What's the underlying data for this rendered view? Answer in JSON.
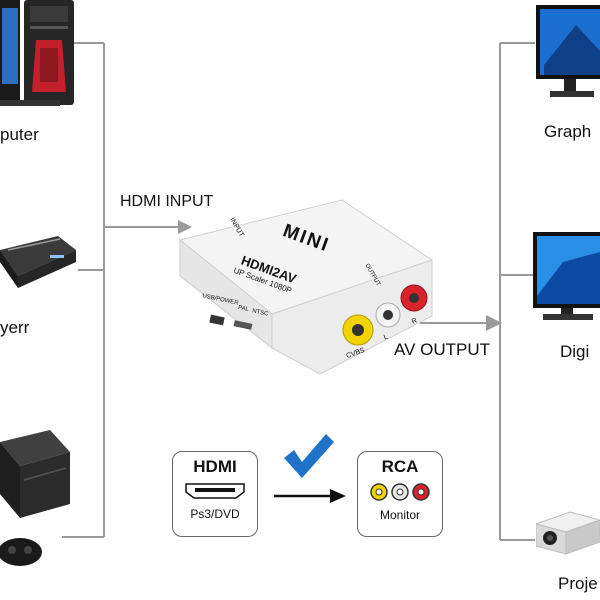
{
  "left_devices": [
    {
      "label": "puter",
      "icon": "computer-tower-icon"
    },
    {
      "label": "yerr",
      "icon": "dvd-player-icon"
    },
    {
      "label": "",
      "icon": "game-console-icon"
    }
  ],
  "right_devices": [
    {
      "label": "Graph",
      "icon": "monitor-icon"
    },
    {
      "label": "Digi",
      "icon": "tv-icon"
    },
    {
      "label": "Proje",
      "icon": "projector-icon"
    }
  ],
  "input_label": "HDMI INPUT",
  "output_label": "AV OUTPUT",
  "device": {
    "brand": "MINI",
    "model": "HDMI2AV",
    "subtitle": "UP Scaler 1080P",
    "port_input": "INPUT",
    "port_output": "OUTPUT",
    "port_usb": "USB/POWER",
    "switch_pal": "PAL",
    "switch_ntsc": "NTSC",
    "jack_cvbs": "CVBS",
    "jack_l": "L",
    "jack_r": "R"
  },
  "hdmi_box": {
    "title": "HDMI",
    "caption": "Ps3/DVD"
  },
  "rca_box": {
    "title": "RCA",
    "caption": "Monitor"
  },
  "colors": {
    "line": "#9a9a9a",
    "check": "#1e73c8",
    "rca_yellow": "#f2d500",
    "rca_white": "#e6e6e6",
    "rca_red": "#d8232a"
  }
}
